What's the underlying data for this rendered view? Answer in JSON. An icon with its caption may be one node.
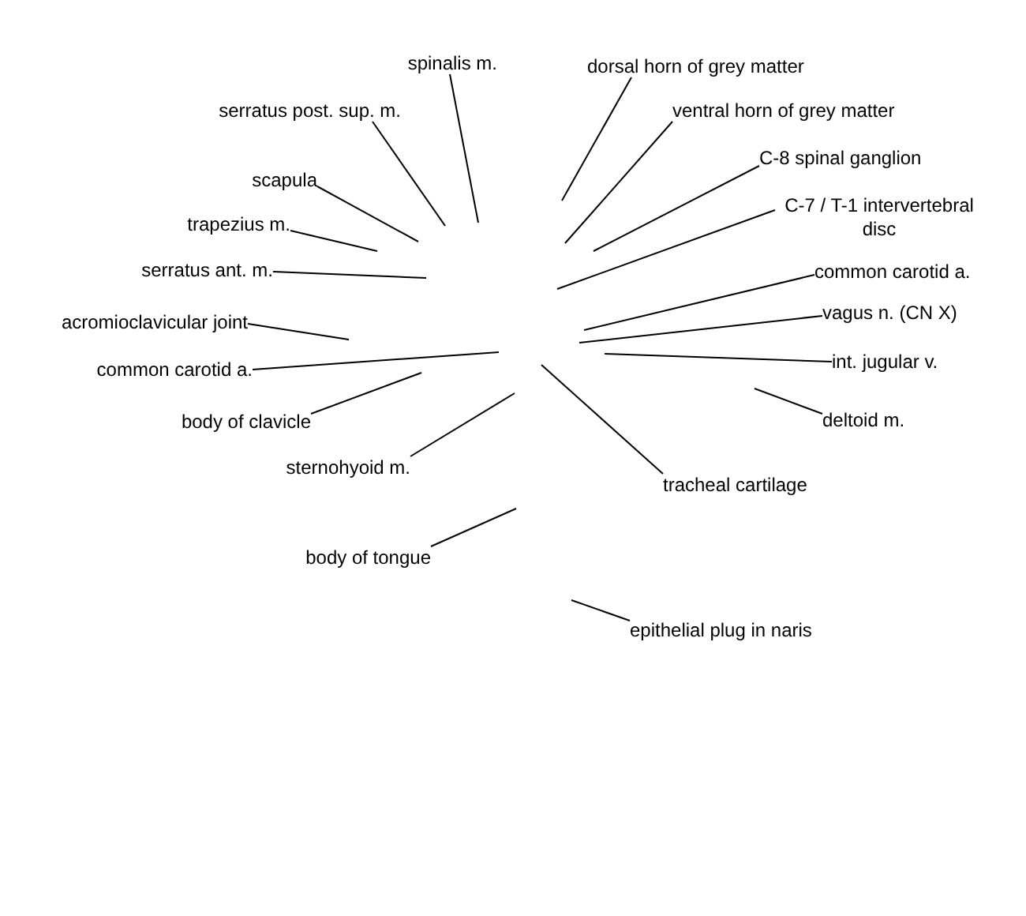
{
  "diagram": {
    "nodes": [
      {
        "text": [
          "spinalis m."
        ]
      },
      {
        "text": [
          "serratus post. sup. m."
        ]
      },
      {
        "text": [
          "scapula"
        ]
      },
      {
        "text": [
          "trapezius m."
        ]
      },
      {
        "text": [
          "serratus ant. m."
        ]
      },
      {
        "text": [
          "acromioclavicular joint"
        ]
      },
      {
        "text": [
          "common carotid a."
        ]
      },
      {
        "text": [
          "body of clavicle"
        ]
      },
      {
        "text": [
          "sternohyoid m."
        ]
      },
      {
        "text": [
          "body of tongue"
        ]
      },
      {
        "text": [
          "dorsal horn of grey matter"
        ]
      },
      {
        "text": [
          "ventral horn of grey matter"
        ]
      },
      {
        "text": [
          "C-8 spinal ganglion"
        ]
      },
      {
        "text": [
          "C-7 / T-1 intervertebral disc"
        ]
      },
      {
        "text": [
          "common carotid a."
        ]
      },
      {
        "text": [
          "vagus n. (CN X)"
        ]
      },
      {
        "text": [
          "int. jugular v."
        ]
      },
      {
        "text": [
          "deltoid m."
        ]
      },
      {
        "text": [
          "tracheal cartilage"
        ]
      },
      {
        "text": [
          "epithelial plug in naris"
        ]
      }
    ],
    "edges": [
      {
        "from": 0,
        "to": null,
        "arrow": "none"
      },
      {
        "from": 1,
        "to": null,
        "arrow": "none"
      },
      {
        "from": 2,
        "to": null,
        "arrow": "none"
      },
      {
        "from": 3,
        "to": null,
        "arrow": "none"
      },
      {
        "from": 4,
        "to": null,
        "arrow": "none"
      },
      {
        "from": 5,
        "to": null,
        "arrow": "none"
      },
      {
        "from": 6,
        "to": null,
        "arrow": "none"
      },
      {
        "from": 7,
        "to": null,
        "arrow": "none"
      },
      {
        "from": 8,
        "to": null,
        "arrow": "none"
      },
      {
        "from": 9,
        "to": null,
        "arrow": "none"
      },
      {
        "from": 10,
        "to": null,
        "arrow": "none"
      },
      {
        "from": 11,
        "to": null,
        "arrow": "none"
      },
      {
        "from": 12,
        "to": null,
        "arrow": "none"
      },
      {
        "from": 13,
        "to": null,
        "arrow": "none"
      },
      {
        "from": 14,
        "to": null,
        "arrow": "none"
      },
      {
        "from": 15,
        "to": null,
        "arrow": "none"
      },
      {
        "from": 16,
        "to": null,
        "arrow": "none"
      },
      {
        "from": 17,
        "to": null,
        "arrow": "none"
      },
      {
        "from": 18,
        "to": null,
        "arrow": "none"
      },
      {
        "from": 19,
        "to": null,
        "arrow": "none"
      }
    ]
  }
}
